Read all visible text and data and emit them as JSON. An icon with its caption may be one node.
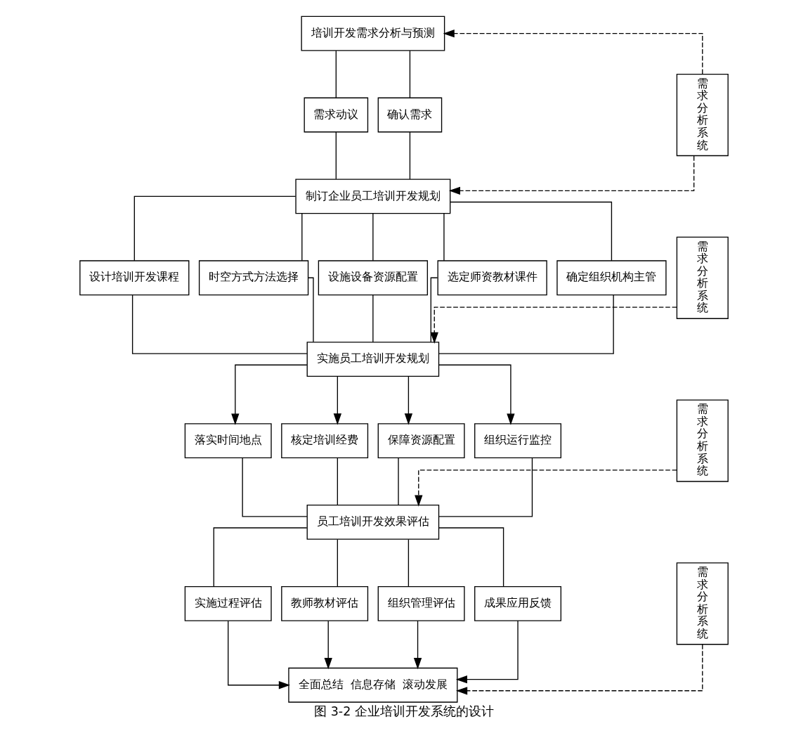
{
  "diagram": {
    "caption": "图 3-2 企业培训开发系统的设计",
    "nodes": [
      {
        "text": [
          "培训开发需求分析与预测"
        ]
      },
      {
        "text": [
          "需求动议"
        ]
      },
      {
        "text": [
          "确认需求"
        ]
      },
      {
        "text": [
          "制订企业员工培训开发规划"
        ]
      },
      {
        "text": [
          "设计培训开发课程"
        ]
      },
      {
        "text": [
          "时空方式方法选择"
        ]
      },
      {
        "text": [
          "设施设备资源配置"
        ]
      },
      {
        "text": [
          "选定师资教材课件"
        ]
      },
      {
        "text": [
          "确定组织机构主管"
        ]
      },
      {
        "text": [
          "实施员工培训开发规划"
        ]
      },
      {
        "text": [
          "落实时间地点"
        ]
      },
      {
        "text": [
          "核定培训经费"
        ]
      },
      {
        "text": [
          "保障资源配置"
        ]
      },
      {
        "text": [
          "组织运行监控"
        ]
      },
      {
        "text": [
          "员工培训开发效果评估"
        ]
      },
      {
        "text": [
          "实施过程评估"
        ]
      },
      {
        "text": [
          "教师教材评估"
        ]
      },
      {
        "text": [
          "组织管理评估"
        ]
      },
      {
        "text": [
          "成果应用反馈"
        ]
      },
      {
        "text": [
          "全面总结  信息存储  滚动发展"
        ]
      },
      {
        "text": [
          "需求分析系统"
        ]
      },
      {
        "text": [
          "需求分析系统"
        ]
      },
      {
        "text": [
          "需求分析系统"
        ]
      },
      {
        "text": [
          "需求分析系统"
        ]
      }
    ],
    "edges": [
      {
        "from": 0,
        "to": 1,
        "arrow": "none"
      },
      {
        "from": 0,
        "to": 2,
        "arrow": "none"
      },
      {
        "from": 1,
        "to": 3,
        "arrow": "none"
      },
      {
        "from": 2,
        "to": 3,
        "arrow": "none"
      },
      {
        "from": 3,
        "to": 4,
        "arrow": "none"
      },
      {
        "from": 3,
        "to": 5,
        "arrow": "none"
      },
      {
        "from": 3,
        "to": 6,
        "arrow": "none"
      },
      {
        "from": 3,
        "to": 7,
        "arrow": "none"
      },
      {
        "from": 3,
        "to": 8,
        "arrow": "none"
      },
      {
        "from": 4,
        "to": 9,
        "arrow": "none"
      },
      {
        "from": 5,
        "to": 9,
        "arrow": "none"
      },
      {
        "from": 6,
        "to": 9,
        "arrow": "none"
      },
      {
        "from": 7,
        "to": 9,
        "arrow": "none"
      },
      {
        "from": 8,
        "to": 9,
        "arrow": "none"
      },
      {
        "from": 9,
        "to": 10,
        "arrow": "to"
      },
      {
        "from": 9,
        "to": 11,
        "arrow": "to"
      },
      {
        "from": 9,
        "to": 12,
        "arrow": "to"
      },
      {
        "from": 9,
        "to": 13,
        "arrow": "to"
      },
      {
        "from": 10,
        "to": 14,
        "arrow": "none"
      },
      {
        "from": 11,
        "to": 14,
        "arrow": "none"
      },
      {
        "from": 12,
        "to": 14,
        "arrow": "none"
      },
      {
        "from": 13,
        "to": 14,
        "arrow": "none"
      },
      {
        "from": 14,
        "to": 15,
        "arrow": "none"
      },
      {
        "from": 14,
        "to": 16,
        "arrow": "none"
      },
      {
        "from": 14,
        "to": 17,
        "arrow": "none"
      },
      {
        "from": 14,
        "to": 18,
        "arrow": "none"
      },
      {
        "from": 15,
        "to": 19,
        "arrow": "to"
      },
      {
        "from": 16,
        "to": 19,
        "arrow": "to"
      },
      {
        "from": 17,
        "to": 19,
        "arrow": "to"
      },
      {
        "from": 18,
        "to": 19,
        "arrow": "to"
      },
      {
        "from": 20,
        "to": 0,
        "arrow": "to",
        "style": "dashed"
      },
      {
        "from": 20,
        "to": 3,
        "arrow": "to",
        "style": "dashed"
      },
      {
        "from": 21,
        "to": 9,
        "arrow": "to",
        "style": "dashed"
      },
      {
        "from": 22,
        "to": 14,
        "arrow": "to",
        "style": "dashed"
      },
      {
        "from": 23,
        "to": 19,
        "arrow": "to",
        "style": "dashed"
      }
    ]
  }
}
